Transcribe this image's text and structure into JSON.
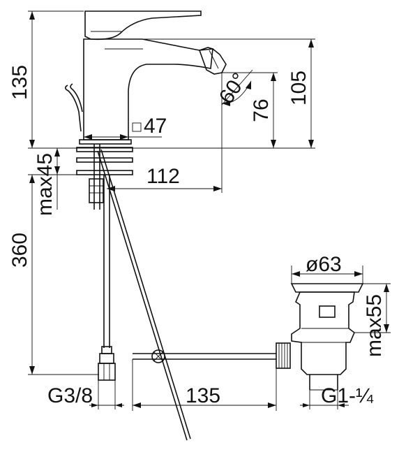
{
  "dimensions": {
    "total_height": "135",
    "spout_height": "105",
    "spout_angle": "60°",
    "nozzle_height": "76",
    "square_47": "47",
    "deck_thickness": "max45",
    "spout_reach": "112",
    "hose_length": "360",
    "inlet_thread": "G3/8",
    "rod_length": "135",
    "waste_diameter": "ø63",
    "waste_max": "max55",
    "waste_thread": "G1-¼"
  },
  "colors": {
    "line": "#111111",
    "background": "#ffffff"
  }
}
